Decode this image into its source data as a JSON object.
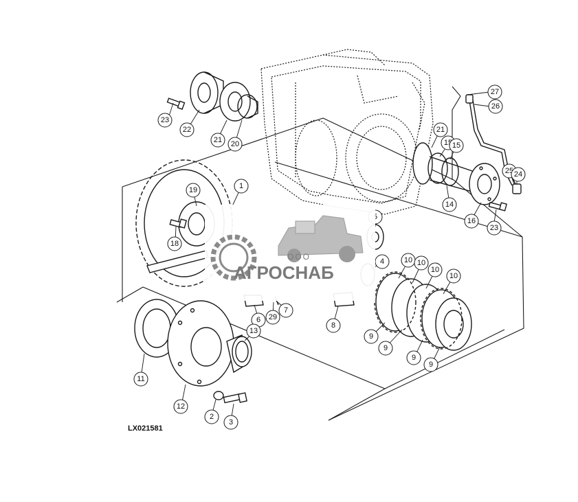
{
  "figure": {
    "reference_code": "LX021581"
  },
  "callouts": [
    {
      "label": "27"
    },
    {
      "label": "26"
    },
    {
      "label": "23"
    },
    {
      "label": "22"
    },
    {
      "label": "21"
    },
    {
      "label": "20"
    },
    {
      "label": "21"
    },
    {
      "label": "15"
    },
    {
      "label": "15"
    },
    {
      "label": "25"
    },
    {
      "label": "24"
    },
    {
      "label": "14"
    },
    {
      "label": "16"
    },
    {
      "label": "23"
    },
    {
      "label": "1"
    },
    {
      "label": "19"
    },
    {
      "label": "18"
    },
    {
      "label": "5"
    },
    {
      "label": "4"
    },
    {
      "label": "10"
    },
    {
      "label": "10"
    },
    {
      "label": "10"
    },
    {
      "label": "10"
    },
    {
      "label": "6"
    },
    {
      "label": "29"
    },
    {
      "label": "7"
    },
    {
      "label": "8"
    },
    {
      "label": "9"
    },
    {
      "label": "9"
    },
    {
      "label": "9"
    },
    {
      "label": "9"
    },
    {
      "label": "11"
    },
    {
      "label": "13"
    },
    {
      "label": "12"
    },
    {
      "label": "2"
    },
    {
      "label": "3"
    }
  ],
  "watermark": {
    "company_type": "ООО",
    "company_name": "АГРОСНАБ",
    "accent_color": "#8a8a8a"
  },
  "colors": {
    "line": "#1a1a1a",
    "background": "#ffffff"
  }
}
